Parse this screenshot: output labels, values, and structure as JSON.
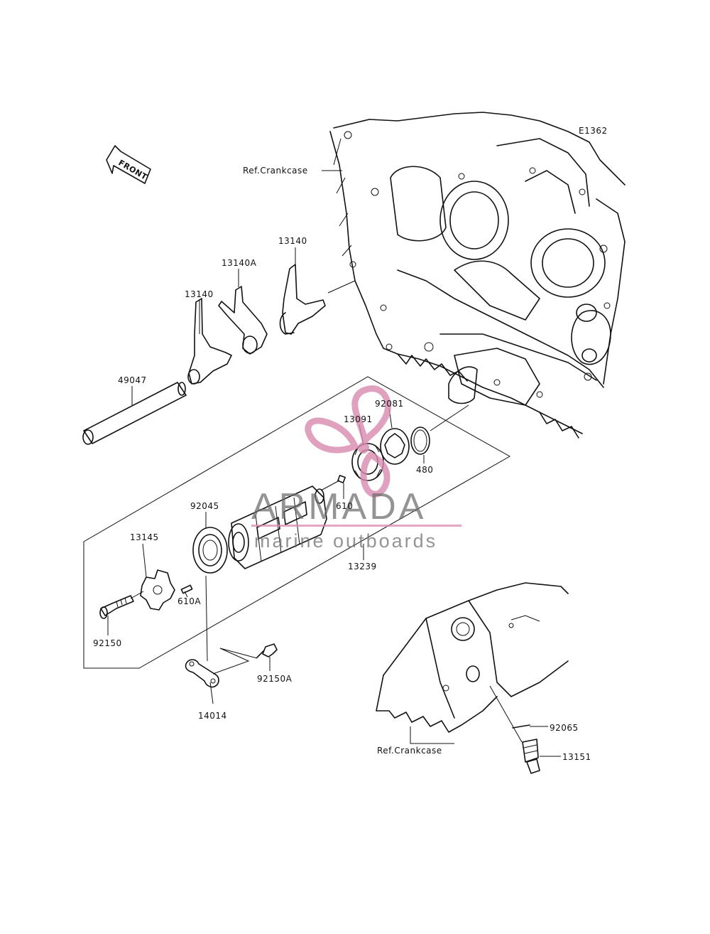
{
  "diagram_id": "E1362",
  "front_arrow_label": "FRONT",
  "reference_labels": {
    "crankcase_top": "Ref.Crankcase",
    "crankcase_bottom": "Ref.Crankcase"
  },
  "part_labels": {
    "p13140_right": "13140",
    "p13140A": "13140A",
    "p13140_left": "13140",
    "p49047": "49047",
    "p92081": "92081",
    "p13091": "13091",
    "p480": "480",
    "p610": "610",
    "p92045": "92045",
    "p13145": "13145",
    "p610A": "610A",
    "p13239": "13239",
    "p92150": "92150",
    "p92150A": "92150A",
    "p14014": "14014",
    "p92065": "92065",
    "p13151": "13151"
  },
  "watermark": {
    "title": "ARMADA",
    "subtitle": "marine outboards",
    "accent_color": "#d98ab0",
    "text_color": "#6b6b6b"
  }
}
